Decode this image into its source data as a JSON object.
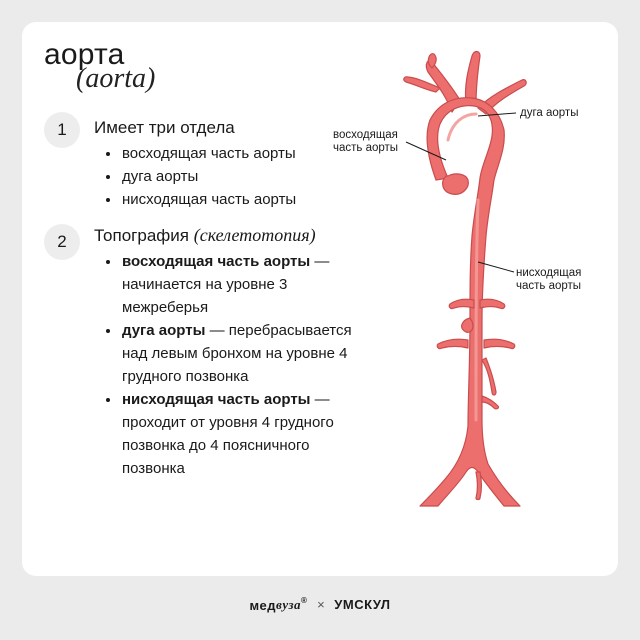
{
  "header": {
    "title": "аорта",
    "subtitle": "(aorta)"
  },
  "section1": {
    "number": "1",
    "title": "Имеет три отдела",
    "items": [
      "восходящая часть аорты",
      "дуга аорты",
      "нисходящая часть аорты"
    ]
  },
  "section2": {
    "number": "2",
    "title": "Топография",
    "title_note": "(скелетотопия)",
    "items": [
      {
        "bold": "восходящая часть аорты",
        "text": " — начинается на уровне 3 межреберья"
      },
      {
        "bold": "дуга аорты",
        "text": " — перебрасывается над левым бронхом на уровне 4 грудного позвонка"
      },
      {
        "bold": "нисходящая часть аорты",
        "text": " — проходит от уровня 4 грудного позвонка до 4 поясничного позвонка"
      }
    ]
  },
  "illustration": {
    "labels": {
      "arch": "дуга аорты",
      "ascending_1": "восходящая",
      "ascending_2": "часть аорты",
      "descending_1": "нисходящая",
      "descending_2": "часть аорты"
    },
    "colors": {
      "vessel": "#ec6f6d",
      "vessel_dark": "#c94c4e",
      "vessel_light": "#f39b97"
    }
  },
  "footer": {
    "brand1_a": "мед",
    "brand1_b": "вуза",
    "mark": "®",
    "separator": "×",
    "brand2": "УМСКУЛ"
  }
}
